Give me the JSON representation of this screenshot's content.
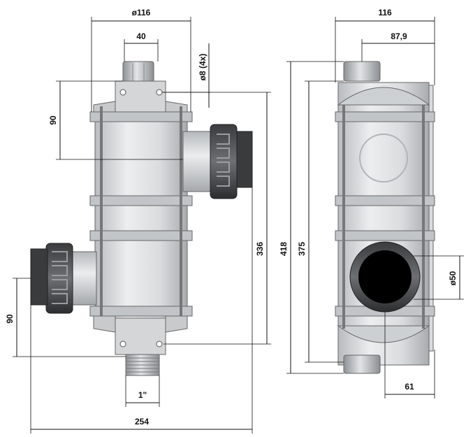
{
  "drawing": {
    "dimensions": {
      "body_diameter": "ø116",
      "top_nut_width": "40",
      "bolt_holes": "ø8 (4x)",
      "upper_port_offset": "90",
      "lower_port_offset": "90",
      "port_spacing": "336",
      "overall_width": "254",
      "thread_size": "1\"",
      "side_width": "116",
      "side_offset": "87,9",
      "overall_height": "418",
      "flange_height": "375",
      "port_diameter": "ø50",
      "port_depth": "61"
    }
  }
}
